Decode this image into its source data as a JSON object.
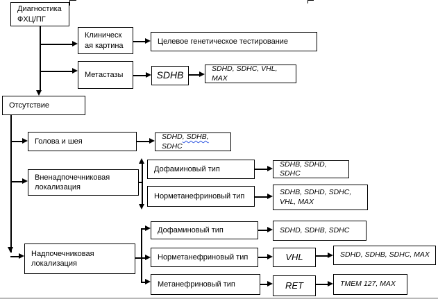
{
  "diagram": {
    "colors": {
      "background": "#ffffff",
      "box_border": "#000000",
      "text": "#000000",
      "spellcheck_underline": "#2d55e0"
    },
    "nodes": {
      "diagnosis": "Диагностика ФХЦ/ПГ",
      "clinical_picture": "Клиническая картина",
      "targeted_testing": "Целевое генетическое тестирование",
      "metastases": "Метастазы",
      "sdhb_gene": "SDHB",
      "sdhb_next_genes": "SDHD, SDHC, VHL, MAX",
      "absence": "Отсутствие",
      "head_neck": "Голова и шея",
      "head_neck_genes_prefix": "SDHD",
      "head_neck_genes_misspelled": ", SDHB,",
      "head_neck_genes_suffix": " SDHC",
      "extra_adrenal": "Вненадпочечниковая локализация",
      "dopamine_type_1": "Дофаминовый тип",
      "dopamine_type_1_genes": "SDHB, SDHD, SDHC",
      "normetanephrine_type_1": "Норметанефриновый тип",
      "normetanephrine_type_1_genes": "SDHB, SDHD, SDHC, VHL, MAX",
      "adrenal": "Надпочечниковая локализация",
      "dopamine_type_2": "Дофаминовый тип",
      "dopamine_type_2_genes": "SDHD, SDHB, SDHC",
      "normetanephrine_type_2": "Норметанефриновый тип",
      "vhl_gene": "VHL",
      "vhl_next_genes": "SDHD, SDHB, SDHC, MAX",
      "metanephrine_type": "Метанефриновый тип",
      "ret_gene": "RET",
      "ret_next_genes": "TMEM 127, MAX"
    }
  }
}
